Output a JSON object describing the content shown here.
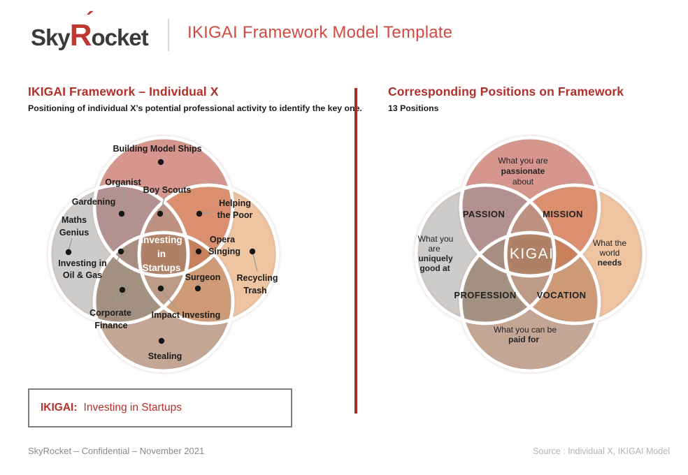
{
  "header": {
    "logo": {
      "part1": "Sky",
      "accent_letter": "R",
      "accent_mark": "´",
      "part2": "ocket"
    },
    "title": "IKIGAI Framework Model Template"
  },
  "left_panel": {
    "heading": "IKIGAI Framework – Individual X",
    "subtitle": "Positioning of individual X’s potential professional activity to identify the key one.",
    "result": {
      "label": "IKIGAI:",
      "value": "Investing in Startups"
    }
  },
  "right_panel": {
    "heading": "Corresponding Positions on Framework",
    "subtitle": "13 Positions"
  },
  "footer": {
    "left": "SkyRocket – Confidential – November 2021",
    "right": "Source : Individual X, IKIGAI Model"
  },
  "venn_left": {
    "center_lines": [
      "Investing",
      "in",
      "Startups"
    ],
    "labels": {
      "building_model_ships": "Building Model Ships",
      "organist": "Organist",
      "boy_scouts": "Boy Scouts",
      "gardening": "Gardening",
      "helping_the_poor": [
        "Helping",
        "the Poor"
      ],
      "maths_genius": [
        "Maths",
        "Genius"
      ],
      "opera_singing": [
        "Opera",
        "Singing"
      ],
      "investing_oil_gas": [
        "Investing in",
        "Oil & Gas"
      ],
      "recycling_trash": [
        "Recycling",
        "Trash"
      ],
      "surgeon": "Surgeon",
      "corporate_finance": [
        "Corporate",
        "Finance"
      ],
      "impact_investing": "Impact Investing",
      "stealing": "Stealing"
    }
  },
  "venn_right": {
    "center": "IKIGAI",
    "overlap_labels": {
      "passion": "PASSION",
      "mission": "MISSION",
      "profession": "PROFESSION",
      "vocation": "VOCATION"
    },
    "circle_labels": {
      "love": [
        "What you are",
        "passionate",
        "about"
      ],
      "good_at": [
        "What you",
        "are",
        "uniquely",
        "good at"
      ],
      "needs": [
        "What the",
        "world",
        "needs"
      ],
      "paid_for": [
        "What you can be",
        "paid for"
      ]
    }
  },
  "colors": {
    "brand_red": "#b5312b",
    "title_red": "#d14b42",
    "divider_red": "#ab2e27",
    "text_dark": "#1c1c1c",
    "footer_gray": "#8a8a8a",
    "source_gray": "#b5b3b2",
    "venn": {
      "top": "#d6968e",
      "left": "#ceccca",
      "right": "#eec4a1",
      "bottom": "#c3a694",
      "passion_lens": "#b29190",
      "mission_lens": "#db8f6e",
      "profession_lens": "#a29180",
      "vocation_lens": "#ce9b76",
      "petal_top": "#bd9181",
      "petal_left": "#a78c81",
      "petal_right": "#c87f5a",
      "petal_bottom": "#bc9a85",
      "center": "#ae8166",
      "outline": "#ffffff"
    }
  }
}
